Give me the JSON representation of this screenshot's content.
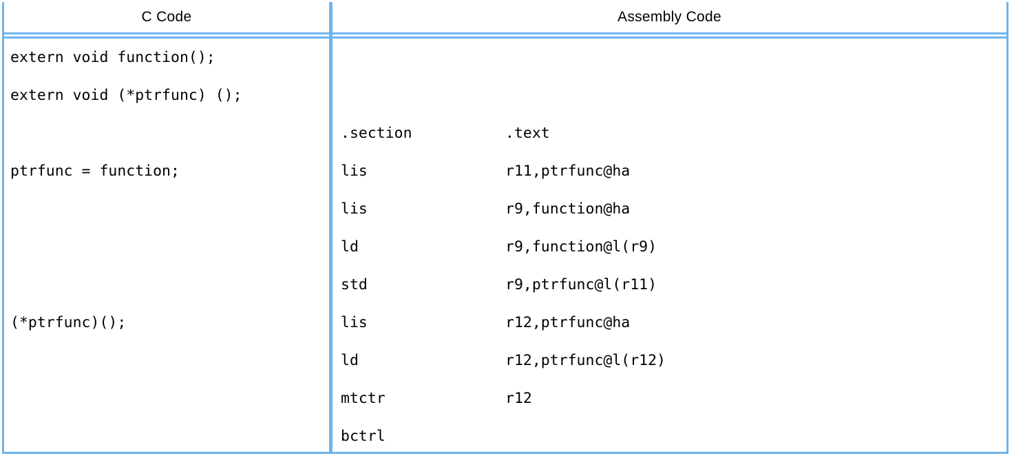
{
  "table": {
    "headers": {
      "c_code": "C Code",
      "assembly_code": "Assembly Code"
    },
    "border_color": "#6cb4f0",
    "text_color": "#000000",
    "background_color": "#ffffff"
  },
  "c_code": {
    "lines": [
      {
        "text": "extern void function();",
        "row": 0
      },
      {
        "text": "extern void (*ptrfunc) ();",
        "row": 1
      },
      {
        "text": "ptrfunc = function;",
        "row": 3
      },
      {
        "text": "(*ptrfunc)();",
        "row": 7
      }
    ]
  },
  "assembly_code": {
    "lines": [
      {
        "row": 2,
        "mnemonic": ".section",
        "operands": ".text"
      },
      {
        "row": 3,
        "mnemonic": "lis",
        "operands": "r11,ptrfunc@ha"
      },
      {
        "row": 4,
        "mnemonic": "lis",
        "operands": "r9,function@ha"
      },
      {
        "row": 5,
        "mnemonic": "ld",
        "operands": "r9,function@l(r9)"
      },
      {
        "row": 6,
        "mnemonic": "std",
        "operands": "r9,ptrfunc@l(r11)"
      },
      {
        "row": 7,
        "mnemonic": "lis",
        "operands": "r12,ptrfunc@ha"
      },
      {
        "row": 8,
        "mnemonic": "ld",
        "operands": "r12,ptrfunc@l(r12)"
      },
      {
        "row": 9,
        "mnemonic": "mtctr",
        "operands": "r12"
      },
      {
        "row": 10,
        "mnemonic": "bctrl",
        "operands": ""
      }
    ]
  }
}
